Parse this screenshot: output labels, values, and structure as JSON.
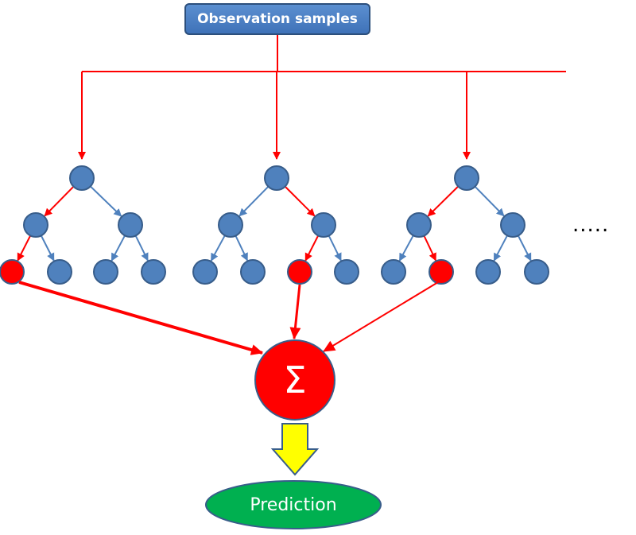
{
  "source_box": {
    "label": "Observation samples"
  },
  "aggregator": {
    "symbol": "Σ"
  },
  "output": {
    "label": "Prediction"
  },
  "continuation": {
    "text": "....."
  },
  "trees": [
    {
      "selected_path": [
        "root",
        "left",
        "left-left"
      ]
    },
    {
      "selected_path": [
        "root",
        "right",
        "right-left"
      ]
    },
    {
      "selected_path": [
        "root",
        "left",
        "left-right"
      ]
    }
  ],
  "colors": {
    "node_blue": "#4f81bd",
    "node_border": "#385d8a",
    "edge_blue": "#4f81bd",
    "path_red": "#ff0000",
    "box_blue": "#4a7ebf",
    "arrow_yellow": "#ffff00",
    "ellipse_green": "#00b050"
  }
}
